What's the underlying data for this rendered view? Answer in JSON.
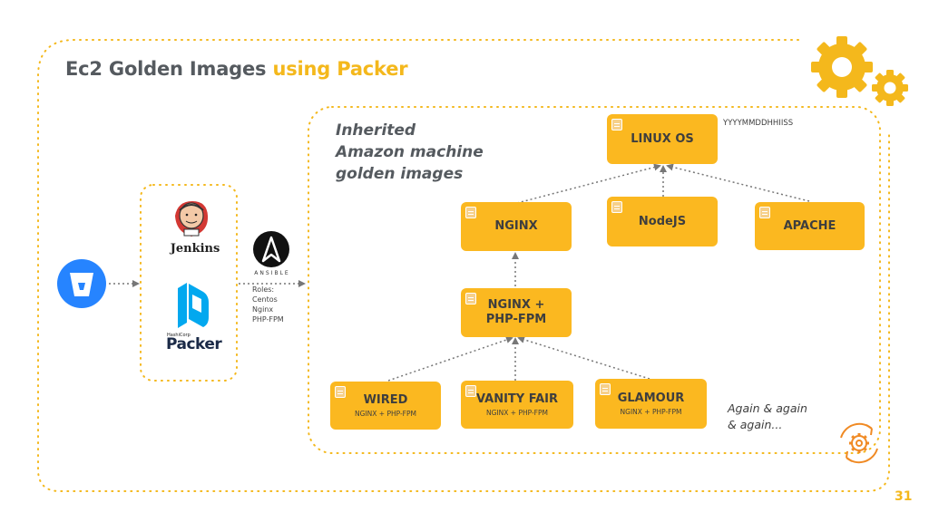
{
  "title": {
    "main": "Ec2 Golden Images ",
    "accent": "using Packer"
  },
  "inherited_label": [
    "Inherited",
    "Amazon machine",
    "golden images"
  ],
  "tools": {
    "jenkins": "Jenkins",
    "ansible": "ANSIBLE",
    "packer_brand": "HashiCorp",
    "packer": "Packer",
    "roles": [
      "Roles:",
      "Centos",
      "Nginx",
      "PHP-FPM"
    ]
  },
  "images": {
    "linux": {
      "label": "LINUX OS"
    },
    "nginx": {
      "label": "NGINX"
    },
    "nodejs": {
      "label": "NodeJS"
    },
    "apache": {
      "label": "APACHE"
    },
    "nginx_php": {
      "label": [
        "NGINX +",
        "PHP-FPM"
      ]
    },
    "wired": {
      "label": "WIRED",
      "sub": "NGINX + PHP-FPM"
    },
    "vanity": {
      "label": "VANITY FAIR",
      "sub": "NGINX + PHP-FPM"
    },
    "glamour": {
      "label": "GLAMOUR",
      "sub": "NGINX + PHP-FPM"
    }
  },
  "timestamp_format": "YYYYMMDDHHIISS",
  "again_label": [
    "Again & again",
    "& again..."
  ],
  "page_number": "31",
  "colors": {
    "accent": "#f4b81c",
    "box": "#fbb820",
    "text": "#555a5f",
    "bitbucket": "#2684ff",
    "packer": "#02a8ef",
    "connector": "#777777"
  },
  "icons": [
    "bitbucket-icon",
    "jenkins-icon",
    "ansible-icon",
    "packer-icon",
    "gears-icon",
    "cycle-gear-icon",
    "image-icon"
  ]
}
